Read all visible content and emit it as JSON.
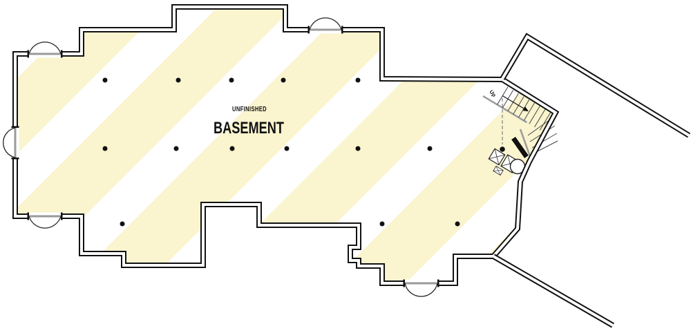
{
  "plan": {
    "area_label_small": "UNFINISHED",
    "area_label_large": "BASEMENT",
    "stair_direction_label": "Up"
  },
  "colors": {
    "floor_stripe": "#FAF4CF",
    "wall": "#111111",
    "window": "#9A9A9A",
    "background": "#FFFFFF"
  },
  "symbols": {
    "support_columns": 15,
    "window_wells": 5,
    "stair": "stairs-up-icon",
    "mechanical": [
      "furnace-unit-icon",
      "furnace-unit-icon",
      "water-heater-icon"
    ]
  }
}
